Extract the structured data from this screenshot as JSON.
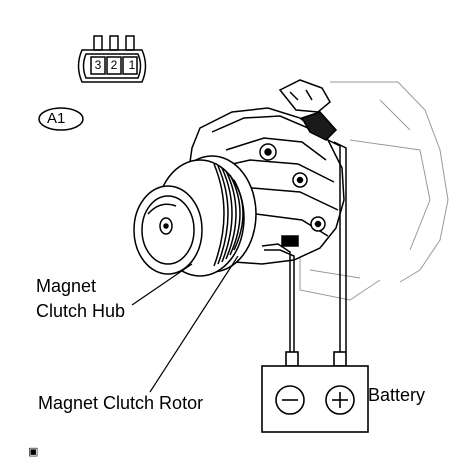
{
  "connector": {
    "id_label": "A1",
    "pins": [
      "3",
      "2",
      "1"
    ]
  },
  "labels": {
    "magnet_clutch_hub_line1": "Magnet",
    "magnet_clutch_hub_line2": "Clutch Hub",
    "magnet_clutch_rotor": "Magnet Clutch Rotor",
    "battery": "Battery"
  },
  "battery_terminals": {
    "negative_symbol": "−",
    "positive_symbol": "+"
  },
  "footer": {
    "icon": "image-icon"
  },
  "colors": {
    "line": "#000000",
    "background": "#ffffff",
    "shade": "#c8c8c8"
  }
}
